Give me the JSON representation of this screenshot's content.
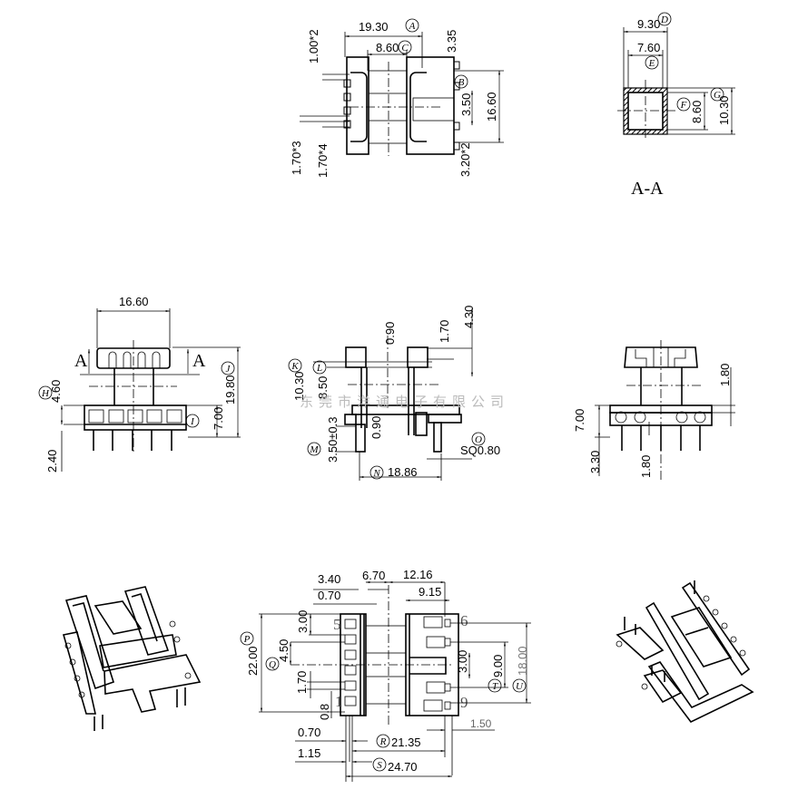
{
  "top_view": {
    "overall_width": "19.30",
    "callout_a": "A",
    "window_width": "8.60",
    "callout_c": "C",
    "top_offset": "3.35",
    "callout_b": "B",
    "inner_height": "16.60",
    "center_gap": "3.50",
    "pin_spacing_right": "3.20*2",
    "slot_width": "1.00*2",
    "pitch_3": "1.70*3",
    "pitch_4": "1.70*4"
  },
  "section_view": {
    "outer_width": "9.30",
    "callout_d": "D",
    "inner_width": "7.60",
    "callout_e": "E",
    "callout_f": "F",
    "inner_height": "8.60",
    "callout_g": "G",
    "outer_height": "10.30",
    "title": "A-A"
  },
  "front_view": {
    "flange_width": "16.60",
    "section_mark_left": "A",
    "section_mark_right": "A",
    "total_height": "19.80",
    "callout_j": "J",
    "base_height": "7.00",
    "callout_i": "I",
    "offset": "4.60",
    "callout_h": "H",
    "pin_length": "2.40"
  },
  "side_view": {
    "flange_thickness": "0.90",
    "step": "1.70",
    "top_height": "4.30",
    "callout_k": "K",
    "height_k": "10.30",
    "callout_l": "L",
    "height_l": "8.50",
    "callout_m": "M",
    "pin_protrusion": "3.50±0.3",
    "base_thickness": "0.90",
    "callout_o": "O",
    "pin_square": "SQ0.80",
    "callout_n": "N",
    "pin_span": "18.86"
  },
  "rear_view": {
    "flange_step": "1.80",
    "base_height": "7.00",
    "pin_length": "3.30",
    "pin_offset": "1.80"
  },
  "bottom_view": {
    "d_3_40": "3.40",
    "d_0_70_top": "0.70",
    "d_6_70": "6.70",
    "d_12_16": "12.16",
    "d_9_15": "9.15",
    "d_3_00_left": "3.00",
    "callout_p": "P",
    "d_22_00": "22.00",
    "callout_q": "Q",
    "d_4_50": "4.50",
    "d_1_70": "1.70",
    "d_0_8": "0.8",
    "pin_5": "5",
    "pin_1": "1",
    "pin_6": "6",
    "pin_9": "9",
    "d_3_00_right": "3.00",
    "callout_t": "T",
    "d_9_00": "9.00",
    "callout_u": "U",
    "d_18_00": "18.00",
    "d_1_50": "1.50",
    "d_0_70_bottom": "0.70",
    "callout_r": "R",
    "d_21_35": "21.35",
    "d_1_15": "1.15",
    "callout_s": "S",
    "d_24_70": "24.70"
  },
  "watermark": "东莞市洋通电子有限公司"
}
